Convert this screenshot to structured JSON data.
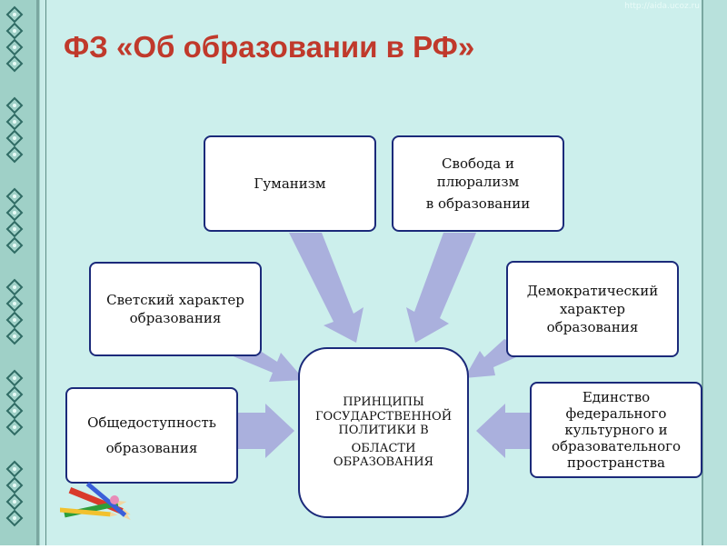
{
  "title": "ФЗ «Об образовании в РФ»",
  "watermark": "http://aida.ucoz.ru",
  "center": [
    "ПРИНЦИПЫ",
    "ГОСУДАРСТВЕННОЙ",
    "ПОЛИТИКИ В",
    "ОБЛАСТИ",
    "ОБРАЗОВАНИЯ"
  ],
  "principles": {
    "humanism": [
      "Гуманизм"
    ],
    "freedom": [
      "Свобода и",
      "плюрализм",
      "в образовании"
    ],
    "secular": [
      "Светский характер",
      "образования"
    ],
    "democratic": [
      "Демократический",
      "характер",
      "образования"
    ],
    "accessibility": [
      "Общедоступность",
      "образования"
    ],
    "unity": [
      "Единство",
      "федерального",
      "культурного и",
      "образовательного",
      "пространства"
    ]
  },
  "colors": {
    "title": "#c0392b",
    "arrow": "#aab0dd",
    "box_border": "#1b2a7a",
    "background": "#ccefec"
  },
  "icons": [
    "ornament-icon",
    "pencils-icon"
  ]
}
